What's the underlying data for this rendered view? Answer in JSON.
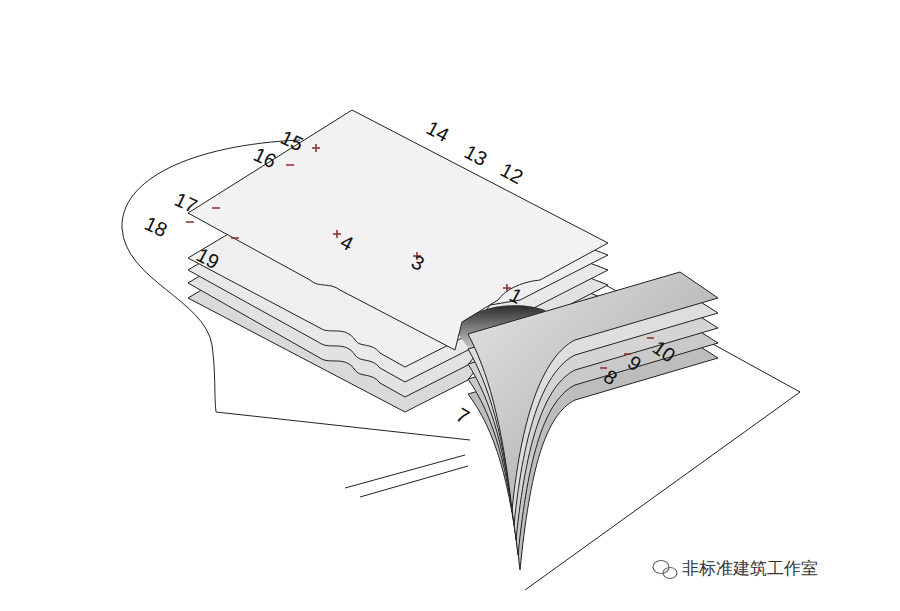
{
  "diagram": {
    "labels": [
      "15",
      "16",
      "17",
      "18",
      "19",
      "14",
      "13",
      "12",
      "4",
      "3",
      "1",
      "10",
      "9",
      "8",
      "7",
      "非标准建筑工作室"
    ]
  }
}
